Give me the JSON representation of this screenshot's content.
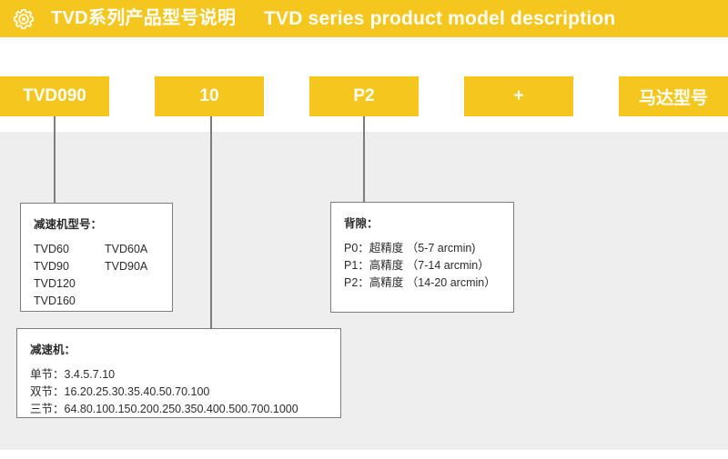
{
  "header": {
    "icon": "gear-icon",
    "title_cn": "TVD系列产品型号说明",
    "title_en": "TVD series product model description",
    "background_color": "#f5c71e",
    "text_color": "#ffffff"
  },
  "canvas": {
    "background_color": "#eeeeee"
  },
  "code_boxes": [
    {
      "label": "TVD090",
      "name": "code-box-model"
    },
    {
      "label": "10",
      "name": "code-box-ratio"
    },
    {
      "label": "P2",
      "name": "code-box-backlash"
    },
    {
      "label": "+",
      "name": "code-box-plus"
    },
    {
      "label": "马达型号",
      "name": "code-box-motor-model"
    }
  ],
  "info_boxes": {
    "models": {
      "title": "减速机型号：",
      "rows": [
        {
          "left": "TVD60",
          "right": "TVD60A"
        },
        {
          "left": "TVD90",
          "right": "TVD90A"
        },
        {
          "left": "TVD120",
          "right": ""
        },
        {
          "left": "TVD160",
          "right": ""
        }
      ]
    },
    "backlash": {
      "title": "背隙：",
      "lines": [
        "P0：超精度 （5-7 arcmin)",
        "P1：高精度 （7-14 arcmin）",
        "P2：高精度 （14-20 arcmin）"
      ]
    },
    "ratio": {
      "title": "减速机：",
      "lines": [
        "单节：3.4.5.7.10",
        "双节：16.20.25.30.35.40.50.70.100",
        "三节：64.80.100.150.200.250.350.400.500.700.1000"
      ]
    }
  },
  "connectors": {
    "color": "#7d7d7d",
    "count": 3
  }
}
